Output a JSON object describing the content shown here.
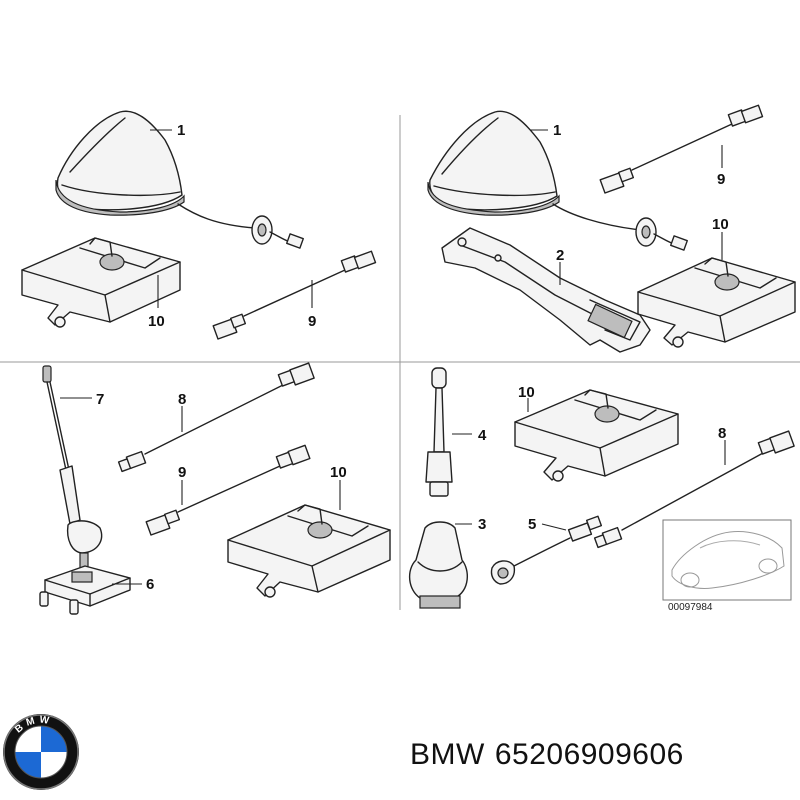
{
  "diagram": {
    "callouts": {
      "tl_1": "1",
      "tl_10": "10",
      "tl_9": "9",
      "tr_1": "1",
      "tr_9": "9",
      "tr_10": "10",
      "tr_2": "2",
      "bl_7": "7",
      "bl_8": "8",
      "bl_9": "9",
      "bl_10": "10",
      "bl_6": "6",
      "br_4": "4",
      "br_10": "10",
      "br_8": "8",
      "br_3": "3",
      "br_5": "5"
    },
    "reference_number": "00097984"
  },
  "footer": {
    "brand": "BMW",
    "part_number": "65206909606",
    "logo_text": "BMW"
  }
}
